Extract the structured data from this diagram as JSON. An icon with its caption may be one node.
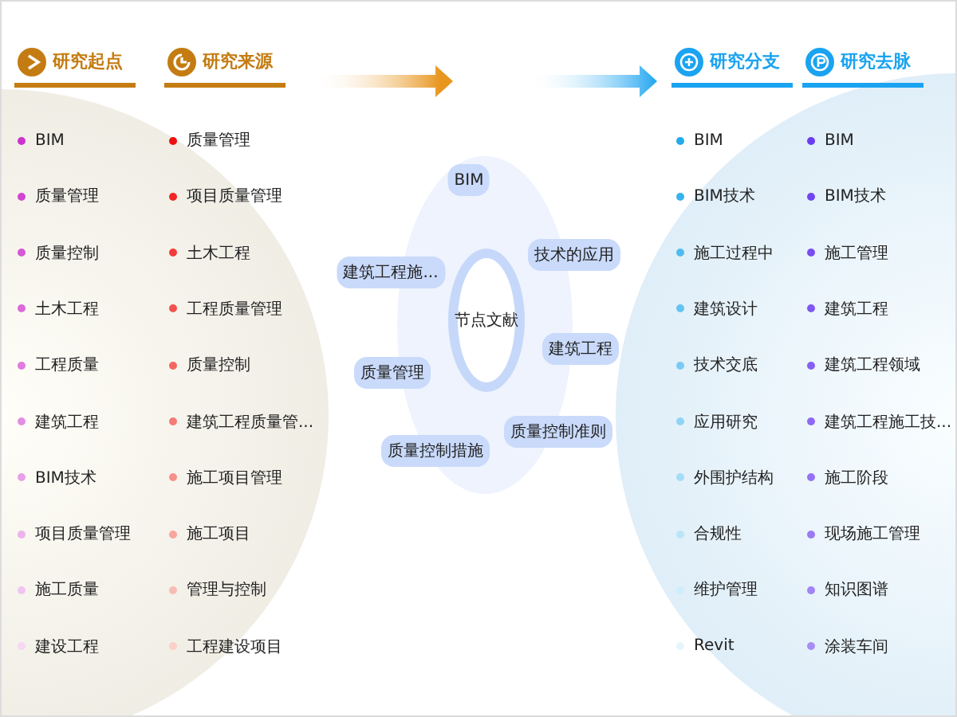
{
  "diagram": {
    "nodes": [
      {
        "text": [
          "研究起点"
        ]
      },
      {
        "text": [
          "研究来源"
        ]
      },
      {
        "text": [],
        "shape": "circle"
      },
      {
        "text": [
          "节点文献"
        ],
        "in": 2
      },
      {
        "text": [
          "BIM"
        ],
        "in": 2
      },
      {
        "text": [
          "技术的应用"
        ]
      },
      {
        "text": [
          "建筑工程施..."
        ]
      },
      {
        "text": [
          "建筑工程"
        ]
      },
      {
        "text": [
          "质量管理"
        ]
      },
      {
        "text": [
          "质量控制准则"
        ]
      },
      {
        "text": [
          "质量控制措施"
        ]
      },
      {
        "text": [
          "研究分支"
        ]
      },
      {
        "text": [
          "研究去脉"
        ]
      }
    ],
    "labels": [
      "BIM",
      "质量管理",
      "质量控制",
      "土木工程",
      "工程质量",
      "建筑工程",
      "BIM技术",
      "项目质量管理",
      "施工质量",
      "建设工程",
      "质量管理",
      "项目质量管理",
      "土木工程",
      "工程质量管理",
      "质量控制",
      "建筑工程质量管...",
      "施工项目管理",
      "施工项目",
      "管理与控制",
      "工程建设项目",
      "BIM",
      "BIM技术",
      "施工过程中",
      "建筑设计",
      "技术交底",
      "应用研究",
      "外围护结构",
      "合规性",
      "维护管理",
      "Revit",
      "BIM",
      "BIM技术",
      "施工管理",
      "建筑工程",
      "建筑工程领域",
      "建筑工程施工技...",
      "施工阶段",
      "现场施工管理",
      "知识图谱",
      "涂装车间"
    ]
  }
}
